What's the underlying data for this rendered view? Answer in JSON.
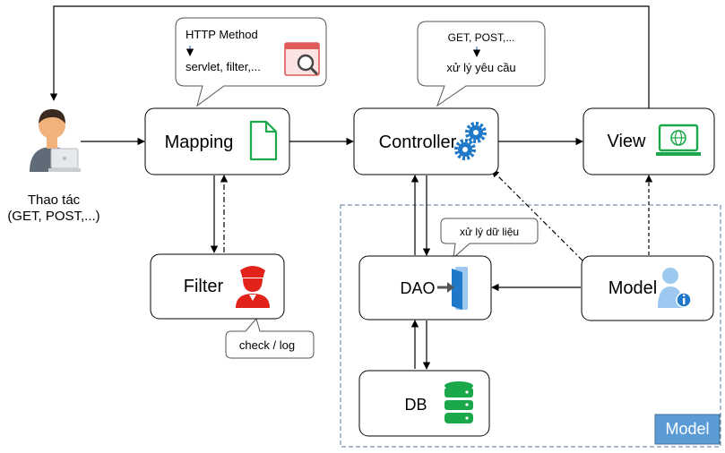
{
  "actor": {
    "line1": "Thao tác",
    "line2": "(GET, POST,...)"
  },
  "nodes": {
    "mapping": "Mapping",
    "controller": "Controller",
    "view": "View",
    "filter": "Filter",
    "dao": "DAO",
    "model": "Model",
    "db": "DB"
  },
  "callouts": {
    "mapping_title": "HTTP Method",
    "mapping_body": "servlet, filter,...",
    "controller_title": "GET, POST,...",
    "controller_body": "xử lý yêu cầu",
    "dao_note": "xử lý dữ liệu",
    "filter_note": "check / log"
  },
  "group_label": "Model",
  "colors": {
    "group_border": "#5b7a9a",
    "group_label_bg": "#5b9bd5",
    "icon_green": "#1aa84a",
    "icon_blue": "#1f78c8",
    "icon_red": "#e2231a"
  },
  "icons": [
    "user-laptop-icon",
    "document-icon",
    "gears-icon",
    "monitor-globe-icon",
    "police-icon",
    "exit-door-icon",
    "user-info-icon",
    "database-icon",
    "browser-search-icon"
  ]
}
